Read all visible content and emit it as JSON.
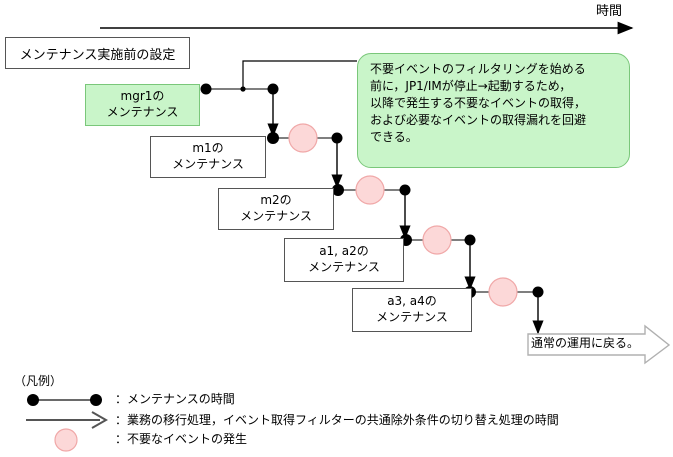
{
  "diagram": {
    "time_axis_label": "時間",
    "pre_setting_box": "メンテナンス実施前の設定",
    "mgr_box": {
      "line1": "mgr1の",
      "line2": "メンテナンス"
    },
    "steps": [
      {
        "line1": "m1の",
        "line2": "メンテナンス"
      },
      {
        "line1": "m2の",
        "line2": "メンテナンス"
      },
      {
        "line1": "a1, a2の",
        "line2": "メンテナンス"
      },
      {
        "line1": "a3, a4の",
        "line2": "メンテナンス"
      }
    ],
    "callout": {
      "line1": "不要イベントのフィルタリングを始める",
      "line2": "前に，JP1/IMが停止→起動するため，",
      "line3": "以降で発生する不要なイベントの取得，",
      "line4": "および必要なイベントの取得漏れを回避",
      "line5": "できる。"
    },
    "normal_operation_label": "通常の運用に戻る。"
  },
  "legend": {
    "title": "（凡例）",
    "items": [
      {
        "symbol": "dot-line-dot",
        "text": "：メンテナンスの時間"
      },
      {
        "symbol": "open-arrow",
        "text": "：業務の移行処理，イベント取得フィルターの共通除外条件の切り替え処理の時間"
      },
      {
        "symbol": "pink-circle",
        "text": "：不要なイベントの発生"
      }
    ]
  },
  "colors": {
    "green_fill": "#c9f5c9",
    "green_stroke": "#7ac77a",
    "pink_fill": "#fcd8d8",
    "pink_stroke": "#f0a8a8",
    "line": "#000000",
    "box_stroke": "#555555",
    "gray_arrow": "#b0b0b0"
  }
}
